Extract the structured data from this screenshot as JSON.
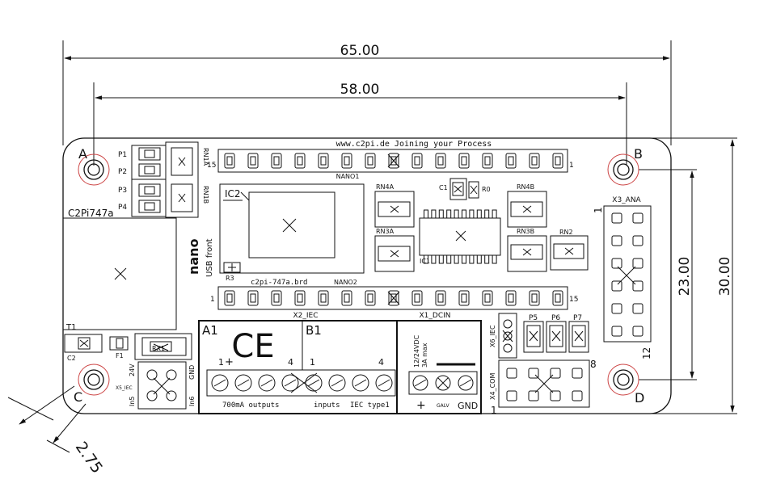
{
  "dimensions": {
    "board_width": "65.00",
    "hole_spacing_x": "58.00",
    "hole_spacing_y": "23.00",
    "board_height": "30.00",
    "corner_offset": "2.75"
  },
  "holes": {
    "a": "A",
    "b": "B",
    "c": "C",
    "d": "D"
  },
  "silk": {
    "url_line": "www.c2pi.de    Joining your Process",
    "board_name": "C2Pi747a",
    "brd_file": "c2pi-747a.brd",
    "nano_label": "nano",
    "usb_front": "USB front"
  },
  "headers": {
    "nano1": "NANO1",
    "nano2": "NANO2",
    "pin15_top": "15",
    "pin1_top": "1",
    "pin1_bottom": "1",
    "pin15_bottom": "15",
    "x2_iec": "X2_IEC",
    "x1_dcin": "X1_DCIN",
    "x3_ana": "X3_ANA",
    "x3_pin1": "1",
    "x3_pin12": "12",
    "x4_com": "X4_COM",
    "x4_pin8": "8",
    "x4_pin1": "1",
    "x6_iec": "X6_IEC",
    "x5_iec": "X5_IEC"
  },
  "parts": {
    "p1": "P1",
    "p2": "P2",
    "p3": "P3",
    "p4": "P4",
    "rn1a": "RN1A",
    "rn1b": "RN1B",
    "ic2": "IC2",
    "ic1": "IC1",
    "r3": "R3",
    "r0": "R0",
    "c1": "C1",
    "rn4a": "RN4A",
    "rn3a": "RN3A",
    "rn4b": "RN4B",
    "rn3b": "RN3B",
    "rn2": "RN2",
    "t1": "T1",
    "c2": "C2",
    "f1": "F1",
    "rx1": "RX1",
    "p5": "P5",
    "p6": "P6",
    "p7": "P7",
    "in5": "In5",
    "in6": "In6",
    "v24": "24V",
    "gnd_small": "GND"
  },
  "terminals": {
    "a1": "A1",
    "b1": "B1",
    "ce": "CE",
    "a1_pin1": "1",
    "a1_pin4": "4",
    "b1_pin1": "1",
    "b1_pin4": "4",
    "outputs": "700mA outputs",
    "inputs": "inputs",
    "iec": "IEC type1",
    "dc_spec1": "12/24VDC",
    "dc_spec2": "3A max",
    "plus": "+",
    "galv": "GALV",
    "gnd": "GND"
  }
}
